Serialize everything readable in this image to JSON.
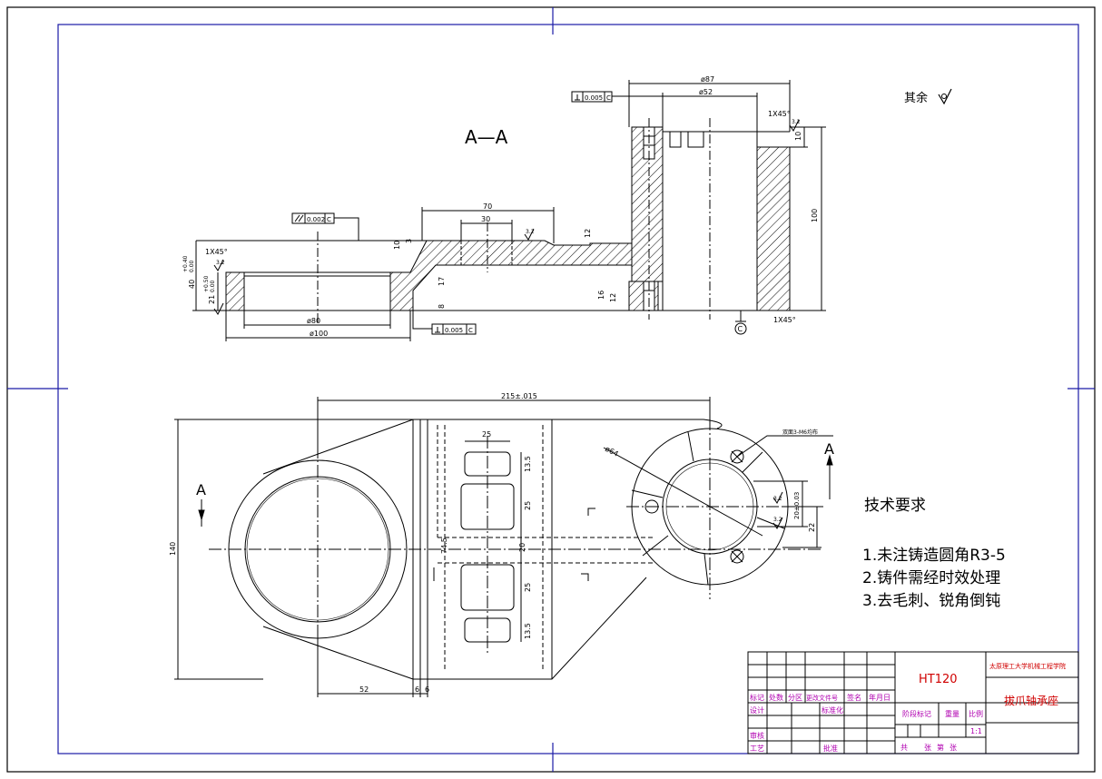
{
  "drawing": {
    "section_label": "A—A",
    "surface_finish_rest": "其余",
    "roughness": "3.2",
    "tolerance_frames": {
      "perp_top": "0.005",
      "parallel": "0.002",
      "perp_bottom": "0.005",
      "datum": "C"
    },
    "dims_section": {
      "d87": "ø87",
      "d52": "ø52",
      "chamfer_top": "1X45°",
      "chamfer_left": "1X45°",
      "chamfer_bottom": "1X45°",
      "h100": "100",
      "h10": "10",
      "w70": "70",
      "w30": "30",
      "t12": "12",
      "t10": "10",
      "t3": "3",
      "h17": "17",
      "h8": "8",
      "h16": "16",
      "h12b": "12",
      "d80": "ø80",
      "d100": "ø100",
      "h40": "40",
      "h40_tol_up": "+0.40",
      "h40_tol_lo": "0.00",
      "h21": "21",
      "h21_tol_up": "+0.50",
      "h21_tol_lo": "0.00",
      "datum_c": "C"
    },
    "dims_plan": {
      "len215": "215±.015",
      "w25": "25",
      "h13_5a": "13.5",
      "h25a": "25",
      "h25b": "25",
      "h13_5b": "13.5",
      "h74_5": "74.5",
      "h20": "20",
      "w52": "52",
      "w6a": "6",
      "w6b": "6",
      "h140": "140",
      "d64": "ø64",
      "h20_03": "20±0.03",
      "h22": "22",
      "holes_note": "双面3-M6均布",
      "view_a_left": "A",
      "view_a_right": "A"
    },
    "tech": {
      "title": "技术要求",
      "items": [
        "1.未注铸造圆角R3-5",
        "2.铸件需经时效处理",
        "3.去毛刺、锐角倒钝"
      ]
    },
    "title_block": {
      "material": "HT120",
      "school": "太原理工大学机械工程学院",
      "part_name": "拔爪轴承座",
      "labels": {
        "mark": "标记",
        "count": "处数",
        "zone": "分区",
        "doc": "更改文件号",
        "sign": "签名",
        "date": "年月日",
        "design": "设计",
        "std": "标准化",
        "stage": "阶段标记",
        "weight": "重量",
        "scale": "比例",
        "review": "审核",
        "process": "工艺",
        "approve": "批准",
        "total": "共",
        "sheets": "张",
        "no": "第"
      },
      "scale_value": "1:1"
    }
  }
}
